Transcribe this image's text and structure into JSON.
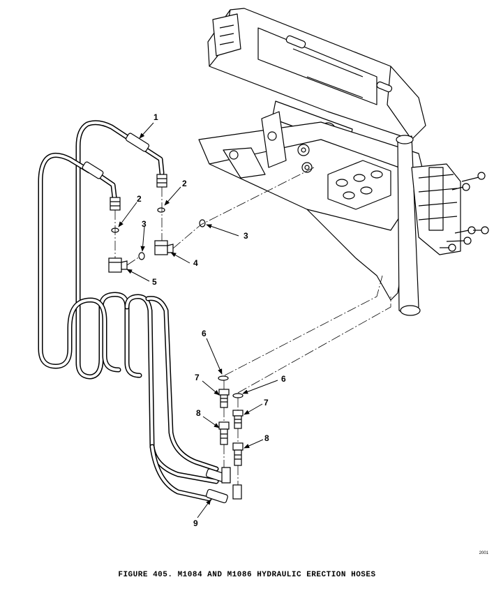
{
  "figure": {
    "caption": "FIGURE 405. M1084 AND M1086 HYDRAULIC ERECTION HOSES",
    "figure_id": "2001"
  },
  "callouts": [
    {
      "id": "c1",
      "label": "1"
    },
    {
      "id": "c2a",
      "label": "2"
    },
    {
      "id": "c2b",
      "label": "2"
    },
    {
      "id": "c3a",
      "label": "3"
    },
    {
      "id": "c3b",
      "label": "3"
    },
    {
      "id": "c4",
      "label": "4"
    },
    {
      "id": "c5",
      "label": "5"
    },
    {
      "id": "c6a",
      "label": "6"
    },
    {
      "id": "c6b",
      "label": "6"
    },
    {
      "id": "c7a",
      "label": "7"
    },
    {
      "id": "c7b",
      "label": "7"
    },
    {
      "id": "c8a",
      "label": "8"
    },
    {
      "id": "c8b",
      "label": "8"
    },
    {
      "id": "c9",
      "label": "9"
    }
  ]
}
